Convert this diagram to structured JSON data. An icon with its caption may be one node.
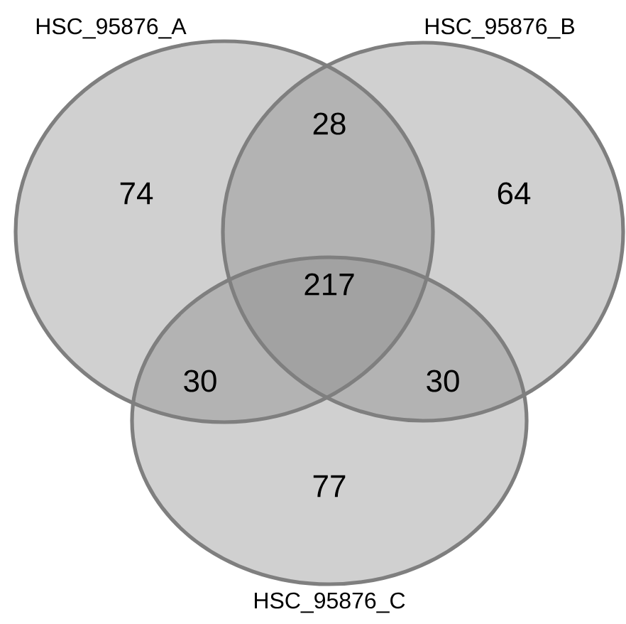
{
  "diagram": {
    "nodes": [
      {
        "text": [
          "HSC_95876_A"
        ]
      },
      {
        "text": [
          "HSC_95876_B"
        ]
      },
      {
        "text": [
          "HSC_95876_C"
        ]
      }
    ],
    "labels": [
      "74",
      "28",
      "64",
      "217",
      "30",
      "30",
      "77"
    ]
  }
}
